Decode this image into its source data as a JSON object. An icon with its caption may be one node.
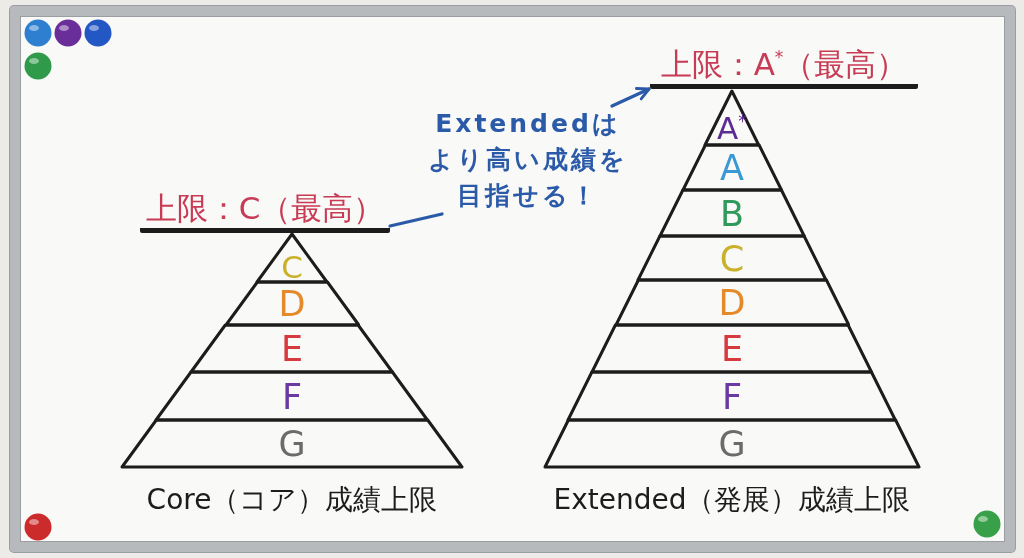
{
  "diagram": {
    "nodes": [
      {
        "text": [
          "上限：C（最高）"
        ]
      },
      {
        "text": [
          "Core（コア）成績上限"
        ]
      },
      {
        "text": [
          "C"
        ],
        "in": 1
      },
      {
        "text": [
          "D"
        ],
        "in": 1
      },
      {
        "text": [
          "E"
        ],
        "in": 1
      },
      {
        "text": [
          "F"
        ],
        "in": 1
      },
      {
        "text": [
          "G"
        ],
        "in": 1
      },
      {
        "text": [
          "Extendedはより高い成績を目指せる！"
        ]
      },
      {
        "text": [
          "上限：A$^{*}$（最高）"
        ]
      },
      {
        "text": [
          "Extended（発展）成績上限"
        ]
      },
      {
        "text": [
          "A$^{*}$"
        ],
        "in": 9
      },
      {
        "text": [
          "A"
        ],
        "in": 9
      },
      {
        "text": [
          "B"
        ],
        "in": 9
      },
      {
        "text": [
          "C"
        ],
        "in": 9
      },
      {
        "text": [
          "D"
        ],
        "in": 9
      },
      {
        "text": [
          "E"
        ],
        "in": 9
      },
      {
        "text": [
          "F"
        ],
        "in": 9
      },
      {
        "text": [
          "G"
        ],
        "in": 9
      }
    ],
    "edges": [
      {
        "from": 7,
        "to": 0,
        "arrow": "none"
      },
      {
        "from": 7,
        "to": 8,
        "arrow": "to"
      }
    ]
  }
}
